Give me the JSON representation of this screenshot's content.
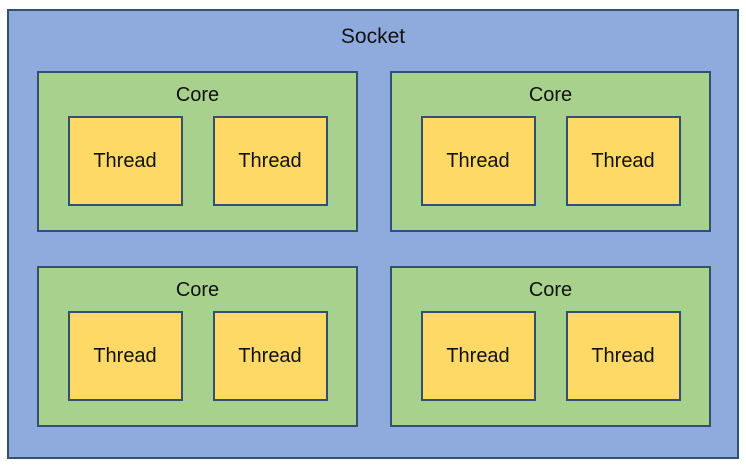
{
  "diagram": {
    "socket": {
      "label": "Socket",
      "cores": [
        {
          "label": "Core",
          "threads": [
            "Thread",
            "Thread"
          ]
        },
        {
          "label": "Core",
          "threads": [
            "Thread",
            "Thread"
          ]
        },
        {
          "label": "Core",
          "threads": [
            "Thread",
            "Thread"
          ]
        },
        {
          "label": "Core",
          "threads": [
            "Thread",
            "Thread"
          ]
        }
      ]
    },
    "colors": {
      "socket_fill": "#8FAADC",
      "core_fill": "#A9D18E",
      "thread_fill": "#FFD966",
      "border": "#32506F",
      "text": "#111111"
    }
  }
}
